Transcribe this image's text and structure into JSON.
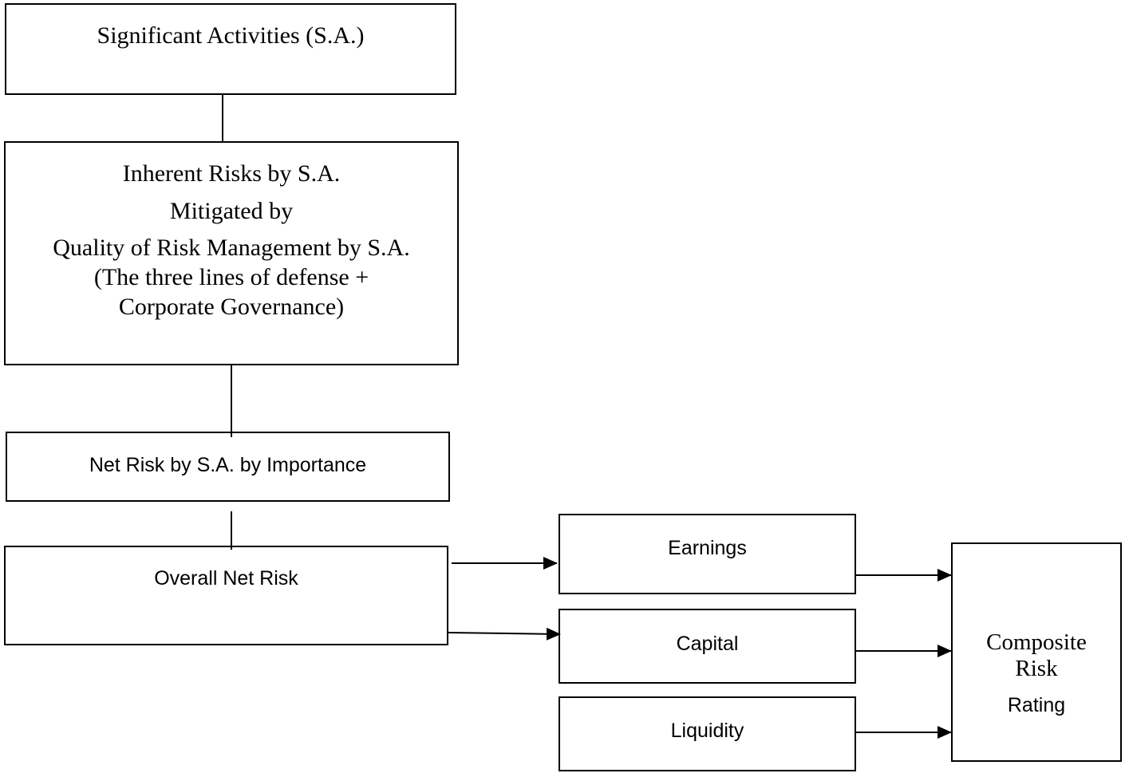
{
  "diagram": {
    "significant_activities": "Significant Activities (S.A.)",
    "inherent_risks": {
      "line1": "Inherent Risks by S.A.",
      "line2": "Mitigated by",
      "line3": "Quality of Risk Management by S.A.",
      "line4": "(The three lines of defense +",
      "line5": "Corporate Governance)"
    },
    "net_risk": "Net Risk by S.A. by Importance",
    "overall_net_risk": "Overall Net Risk",
    "earnings": "Earnings",
    "capital": "Capital",
    "liquidity": "Liquidity",
    "composite": {
      "line1": "Composite",
      "line2": "Risk",
      "line3": "Rating"
    }
  }
}
